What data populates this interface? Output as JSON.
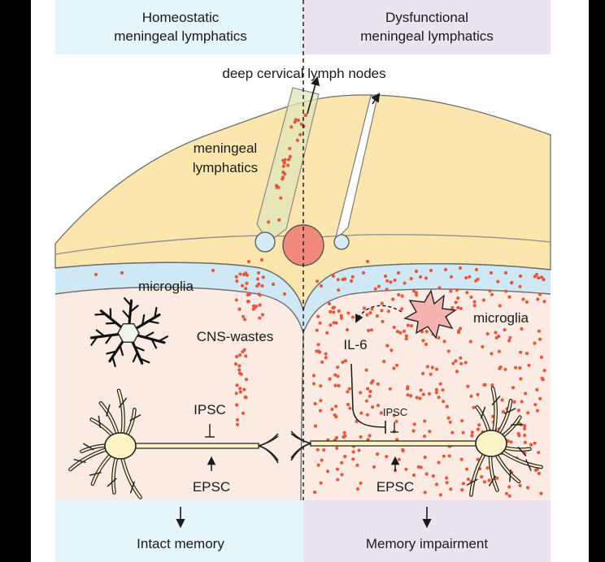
{
  "panels": {
    "left": {
      "header": [
        "Homeostatic",
        "meningeal lymphatics"
      ],
      "footer": "Intact memory"
    },
    "right": {
      "header": [
        "Dysfunctional",
        "meningeal lymphatics"
      ],
      "footer": "Memory impairment"
    }
  },
  "labels": {
    "lymph_nodes": "deep cervical lymph nodes",
    "meningeal_lymphatics": [
      "meningeal",
      "lymphatics"
    ],
    "microglia_left": "microglia",
    "microglia_right": "microglia",
    "cns_wastes": "CNS-wastes",
    "il6": "IL-6",
    "ipsc_left": "IPSC",
    "ipsc_right": "IPSC",
    "epsc_left": "EPSC",
    "epsc_right": "EPSC"
  },
  "colors": {
    "header_left": "#e4f6fa",
    "header_right": "#ece3f1",
    "meninges": "#fbe6ae",
    "csf": "#cfe8f6",
    "brain": "#fcebe3",
    "waste_dot": "#e9573a",
    "vessel": "#f18a7a",
    "neuron": "#fcf3c4",
    "microglia_active": "#f5b4b0"
  }
}
